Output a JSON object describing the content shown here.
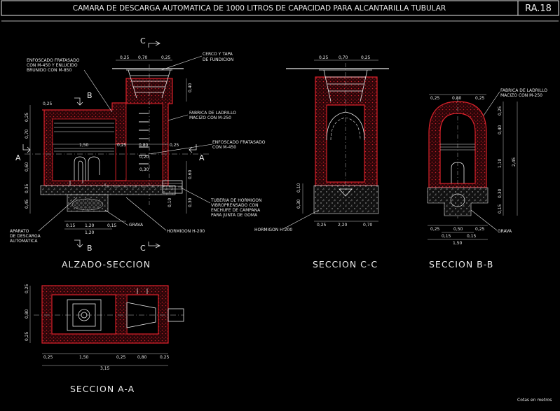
{
  "header": {
    "title": "CAMARA DE DESCARGA AUTOMATICA DE 1000 LITROS DE CAPACIDAD PARA ALCANTARILLA TUBULAR",
    "sheet": "RA.18"
  },
  "views": {
    "alzado": "ALZADO-SECCION",
    "seccion_cc": "SECCION C-C",
    "seccion_bb": "SECCION B-B",
    "seccion_aa": "SECCION A-A"
  },
  "cut_marks": {
    "a": "A",
    "b": "B",
    "c": "C"
  },
  "notes": {
    "cerco_1": "CERCO Y TAPA",
    "cerco_2": "DE FUNDICION",
    "enf1_1": "ENFOSCADO FRATASADO",
    "enf1_2": "CON M-450 Y ENLUCIDO",
    "enf1_3": "BRUNIDO CON M-850",
    "fab_1": "FABRICA DE LADRILLO",
    "fab_2": "MACIZO CON M-250",
    "enf2_1": "ENFOSCADO FRATASADO",
    "enf2_2": "CON M-450",
    "tub_1": "TUBERIA DE HORMIGON",
    "tub_2": "VIBROPRENSADO CON",
    "tub_3": "ENCHUFE DE CAMPANA",
    "tub_4": "PARA JUNTA DE GOMA",
    "hormigon": "HORMIGON H-200",
    "grava": "GRAVA",
    "aparato_1": "APARATO",
    "aparato_2": "DE DESCARGA",
    "aparato_3": "AUTOMATICA",
    "fab_bb_1": "FABRICA DE LADRILLO",
    "fab_bb_2": "MACIZO CON M-250",
    "hormigon_cc": "HORMIGON H-200",
    "grava_bb": "GRAVA",
    "units": "Cotas en metros"
  },
  "dims": {
    "d025": "0,25",
    "d070": "0,70",
    "d040": "0,40",
    "d150": "1,50",
    "d060": "0,60",
    "d035": "0,35",
    "d045": "0,45",
    "d010": "0,10",
    "d030": "0,30",
    "d020": "0,20",
    "d015": "0,15",
    "d120": "1,20",
    "d080": "0,80",
    "d220": "2,20",
    "d110": "1,10",
    "d245": "2,45",
    "d050": "0,50",
    "d1050": "1,50",
    "d315": "3,15",
    "d070b": "0,70"
  },
  "colors": {
    "background": "#000000",
    "wall": "#d8212a",
    "line": "#e8e8e8",
    "dimension": "#c8c8c8",
    "leader": "#e8e8e8"
  }
}
